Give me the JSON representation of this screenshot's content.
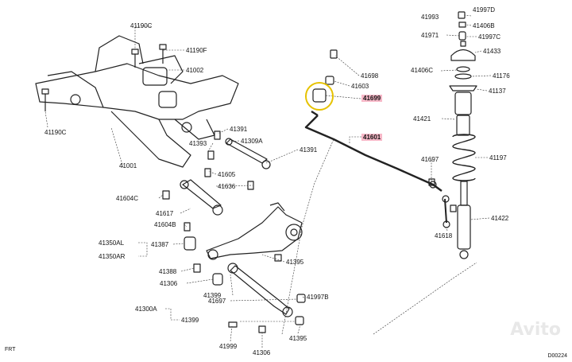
{
  "diagram": {
    "labels": {
      "l41190c_top": "41190C",
      "l41190f": "41190F",
      "l41002": "41002",
      "l41190c_left": "41190C",
      "l41001": "41001",
      "l41393": "41393",
      "l41391_a": "41391",
      "l41309a": "41309A",
      "l41391_b": "41391",
      "l41605": "41605",
      "l41636": "41636",
      "l41604c": "41604C",
      "l41617": "41617",
      "l41604b": "41604B",
      "l41350al": "41350AL",
      "l41350ar": "41350AR",
      "l41387": "41387",
      "l41388": "41388",
      "l41306_a": "41306",
      "l41395_a": "41395",
      "l41399_a": "41399",
      "l41697_low": "41697",
      "l41300a": "41300A",
      "l41399_b": "41399",
      "l41997b": "41997B",
      "l41999": "41999",
      "l41306_b": "41306",
      "l41395_b": "41395",
      "l41698": "41698",
      "l41603": "41603",
      "l41699": "41699",
      "l41601": "41601",
      "l41697": "41697",
      "l41618": "41618",
      "l41993": "41993",
      "l41997d": "41997D",
      "l41406b": "41406B",
      "l41971": "41971",
      "l41997c": "41997C",
      "l41433": "41433",
      "l41406c": "41406C",
      "l41176": "41176",
      "l41137": "41137",
      "l41421": "41421",
      "l41197": "41197",
      "l41422": "41422"
    },
    "front_marker": "FRT",
    "diagram_code": "D00224",
    "watermark": "Avito",
    "highlight_color": "#f7b8c8",
    "circle_color": "#e6c200"
  }
}
